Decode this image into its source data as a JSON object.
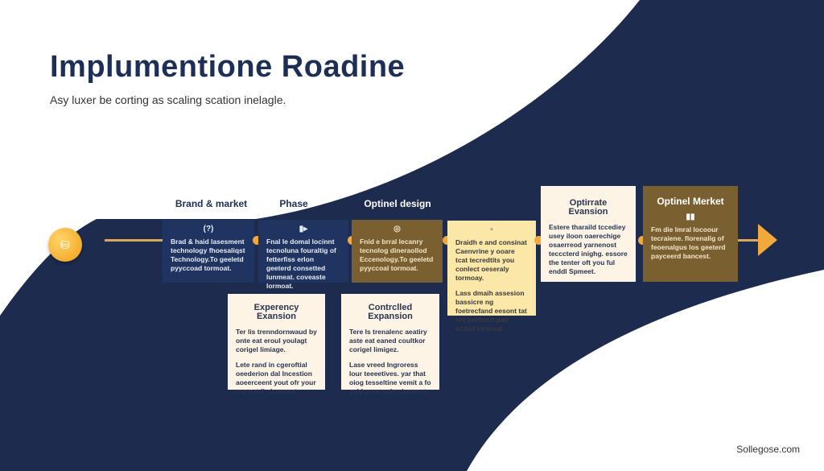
{
  "title": "Implumentione Roadine",
  "subtitle": "Asy luxer be corting as scaling scation inelagle.",
  "phase_labels": [
    "Brand & market",
    "Phase",
    "Optinel design"
  ],
  "cards": [
    {
      "icon": "(?)",
      "text": "Brad & haid lasesment technology fhoesaliqst Technology.To geeletd pyyccoad tormoat."
    },
    {
      "icon": "▮▸",
      "text": "Fnal le domal locinnt tecnoluna fouraltig of fetterfiss erlon geeterd consetted lunmeat. coveaste lormoat."
    },
    {
      "icon": "◎",
      "text": "Fnid e brral lecanry tecnolog dineraollod Eccenology.To geeletd pyyccoal tormoat."
    },
    {
      "icon": "▫",
      "text": "Draidh e and consinat Caenvrine y ooare tcat tecredtits you conlect oeseraly tormoay.",
      "text2": "Lass dmaih assesion bassicre ng foetrecfand eesont tat ivo pentsort pay ecdsd lormoat."
    },
    {
      "title": "Optirrate Evansion",
      "text": "Estere tharaild tccediey usey iloon oaerechige osaerreod yarnenost tecccterd inighg. essore the tenter oft you ful enddl Spmeet."
    },
    {
      "title": "Optinel Merket",
      "icon": "▮▮",
      "text": "Fm die lmral locoour tecraiene. florenalig of feoenalgus los geeterd payceerd bancest."
    },
    {
      "title": "Experency Exansion",
      "text": "Ter lis trenndornwaud by onte eat eroul youlagt corigel limiage.",
      "text2": "Lete rand in cgeroftial oeederion dal Incestion aoeerceent yout ofr your our eatdl clanmnet."
    },
    {
      "title": "Contrclled Expansion",
      "text": "Tere Is trenalenc aeatiry aste eat eaned coultkor corigel limigez.",
      "text2": "Lase vreed Ingroress lour teeeetives. yar that oiog tesseltine vemit a fo yaid your rade clermect."
    }
  ],
  "footer": "Sollegose.com",
  "colors": {
    "navy": "#1c2b4e",
    "accent": "#f2a93b",
    "gold": "#7a6030"
  }
}
